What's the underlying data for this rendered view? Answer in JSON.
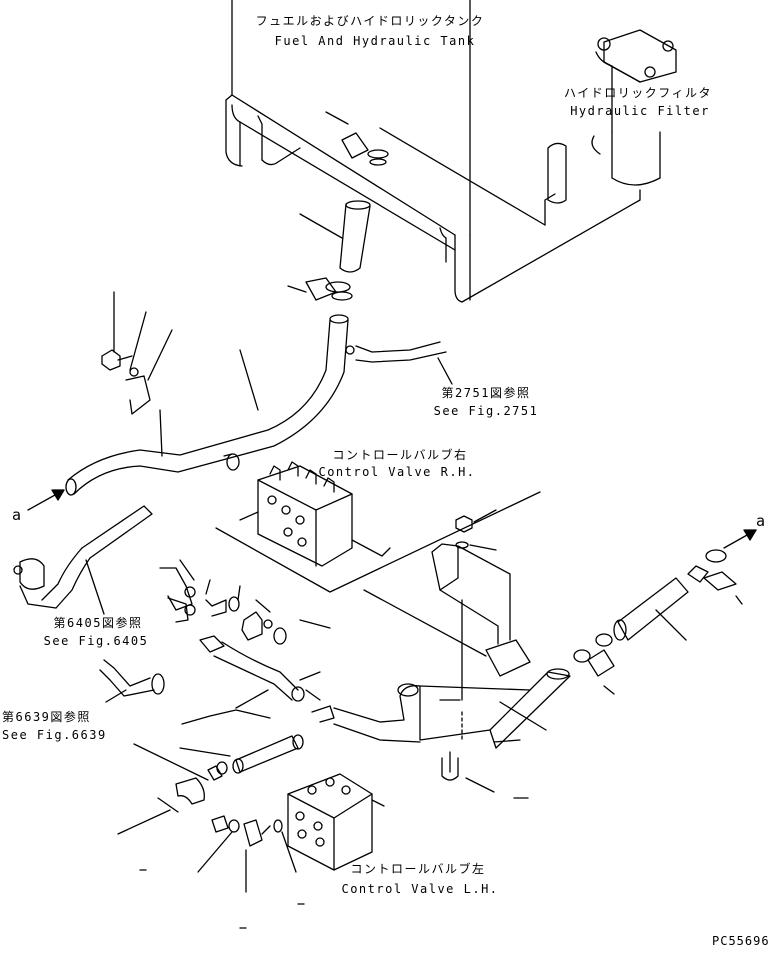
{
  "labels": {
    "tank_jp": "フュエルおよびハイドロリックタンク",
    "tank_en": "Fuel And Hydraulic Tank",
    "filter_jp": "ハイドロリックフィルタ",
    "filter_en": "Hydraulic Filter",
    "fig2751_jp": "第2751図参照",
    "fig2751_en": "See Fig.2751",
    "cv_rh_jp": "コントロールバルブ右",
    "cv_rh_en": "Control Valve R.H.",
    "arrow_a_left": "a",
    "arrow_a_right": "a",
    "fig6405_jp": "第6405図参照",
    "fig6405_en": "See Fig.6405",
    "fig6639_jp": "第6639図参照",
    "fig6639_en": "See Fig.6639",
    "cv_lh_jp": "コントロールバルブ左",
    "cv_lh_en": "Control Valve L.H.",
    "drawing_id": "PC55696"
  }
}
